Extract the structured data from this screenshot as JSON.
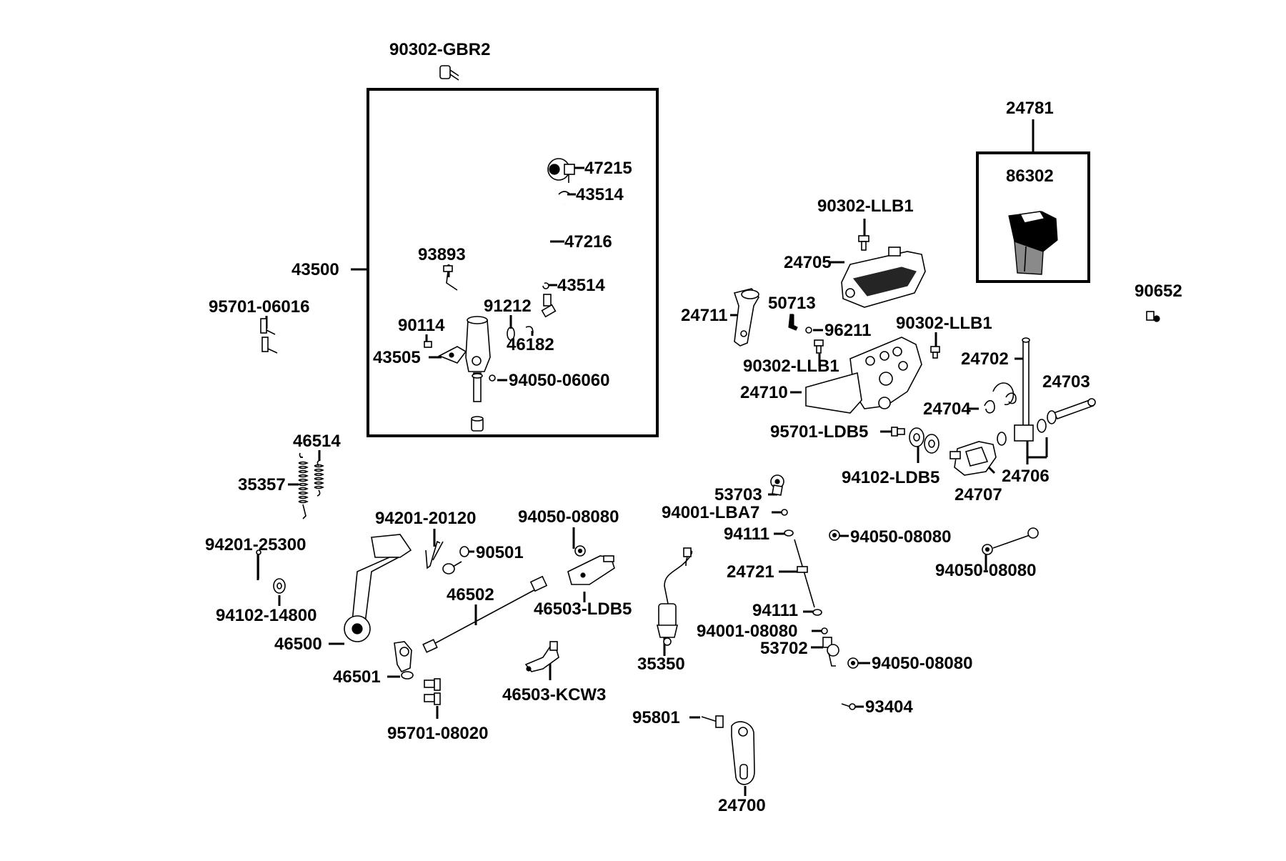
{
  "diagram": {
    "labels": {
      "l_90302_GBR2": "90302-GBR2",
      "l_47215": "47215",
      "l_43514_a": "43514",
      "l_47216": "47216",
      "l_43514_b": "43514",
      "l_43500": "43500",
      "l_93893": "93893",
      "l_91212": "91212",
      "l_90114": "90114",
      "l_46182": "46182",
      "l_43505": "43505",
      "l_94050_06060": "94050-06060",
      "l_95701_06016": "95701-06016",
      "l_24781": "24781",
      "l_86302": "86302",
      "l_90302_LLB1_a": "90302-LLB1",
      "l_24705": "24705",
      "l_90652": "90652",
      "l_24711": "24711",
      "l_50713": "50713",
      "l_96211": "96211",
      "l_90302_LLB1_b": "90302-LLB1",
      "l_90302_LLB1_c": "90302-LLB1",
      "l_24702": "24702",
      "l_24703": "24703",
      "l_24710": "24710",
      "l_24704": "24704",
      "l_95701_LDB5": "95701-LDB5",
      "l_94102_LDB5": "94102-LDB5",
      "l_24706": "24706",
      "l_24707": "24707",
      "l_46514": "46514",
      "l_35357": "35357",
      "l_94201_25300": "94201-25300",
      "l_94201_20120": "94201-20120",
      "l_94050_08080_a": "94050-08080",
      "l_90501": "90501",
      "l_53703": "53703",
      "l_94001_LBA7": "94001-LBA7",
      "l_94111_a": "94111",
      "l_94050_08080_b": "94050-08080",
      "l_94050_08080_c": "94050-08080",
      "l_46502": "46502",
      "l_46503_LDB5": "46503-LDB5",
      "l_24721": "24721",
      "l_94102_14800": "94102-14800",
      "l_46500": "46500",
      "l_94111_b": "94111",
      "l_94001_08080": "94001-08080",
      "l_53702": "53702",
      "l_35350": "35350",
      "l_94050_08080_d": "94050-08080",
      "l_46501": "46501",
      "l_46503_KCW3": "46503-KCW3",
      "l_93404": "93404",
      "l_95801": "95801",
      "l_95701_08020": "95701-08020",
      "l_24700": "24700"
    }
  }
}
